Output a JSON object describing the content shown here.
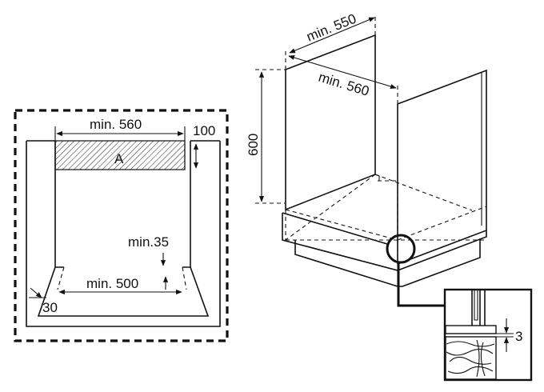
{
  "front_view": {
    "width_label": "min. 560",
    "height_label": "100",
    "area_label": "A",
    "gap_label": "min.35",
    "bottom_width_label": "min. 500",
    "side_label": "30"
  },
  "cabinet_3d": {
    "depth_label": "min. 550",
    "width_label": "min. 560",
    "height_label": "600"
  },
  "detail": {
    "gap_label": "3"
  }
}
